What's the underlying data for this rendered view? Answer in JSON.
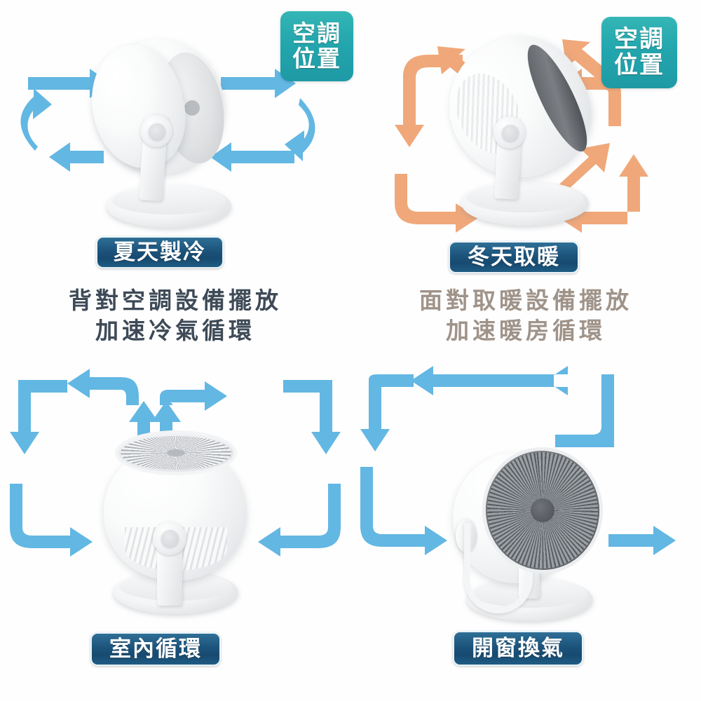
{
  "meta": {
    "title": "空氣循環扇四種擺放方式說明圖",
    "background": "#fefefe"
  },
  "colors": {
    "arrow_blue": "#63b7e3",
    "arrow_orange": "#f0a87a",
    "badge_navy": "#1d557d",
    "badge_teal": "#23a6ad",
    "caption_cool": "#3e4a57",
    "caption_warm": "#9f9389",
    "fan_white": "#f4f5f6",
    "grill_dark": "#6d7176"
  },
  "panels": [
    {
      "id": "summer-cooling",
      "position": "top-left",
      "badge": {
        "text": "夏天製冷",
        "style": "navy"
      },
      "marker": {
        "line1": "空調",
        "line2": "位置",
        "style": "teal"
      },
      "arrow_color": "#63b7e3",
      "arrow_flow": "clockwise",
      "caption": {
        "line1": "背對空調設備擺放",
        "line2": "加速冷氣循環",
        "style": "cool"
      },
      "fan_view": "back-tilted-up"
    },
    {
      "id": "winter-heating",
      "position": "top-right",
      "badge": {
        "text": "冬天取暖",
        "style": "navy"
      },
      "marker": {
        "line1": "空調",
        "line2": "位置",
        "style": "teal"
      },
      "arrow_color": "#f0a87a",
      "arrow_flow": "counter-clockwise",
      "caption": {
        "line1": "面對取暖設備擺放",
        "line2": "加速暖房循環",
        "style": "warm"
      },
      "fan_view": "tilted-up-right"
    },
    {
      "id": "indoor-circulation",
      "position": "bottom-left",
      "badge": {
        "text": "室內循環",
        "style": "navy"
      },
      "marker": null,
      "arrow_color": "#63b7e3",
      "arrow_flow": "up-and-out-both-sides",
      "caption": null,
      "fan_view": "facing-up"
    },
    {
      "id": "window-ventilation",
      "position": "bottom-right",
      "badge": {
        "text": "開窗換氣",
        "style": "navy"
      },
      "marker": null,
      "arrow_color": "#63b7e3",
      "arrow_flow": "left-loop-and-right-out",
      "caption": null,
      "fan_view": "facing-front"
    }
  ]
}
